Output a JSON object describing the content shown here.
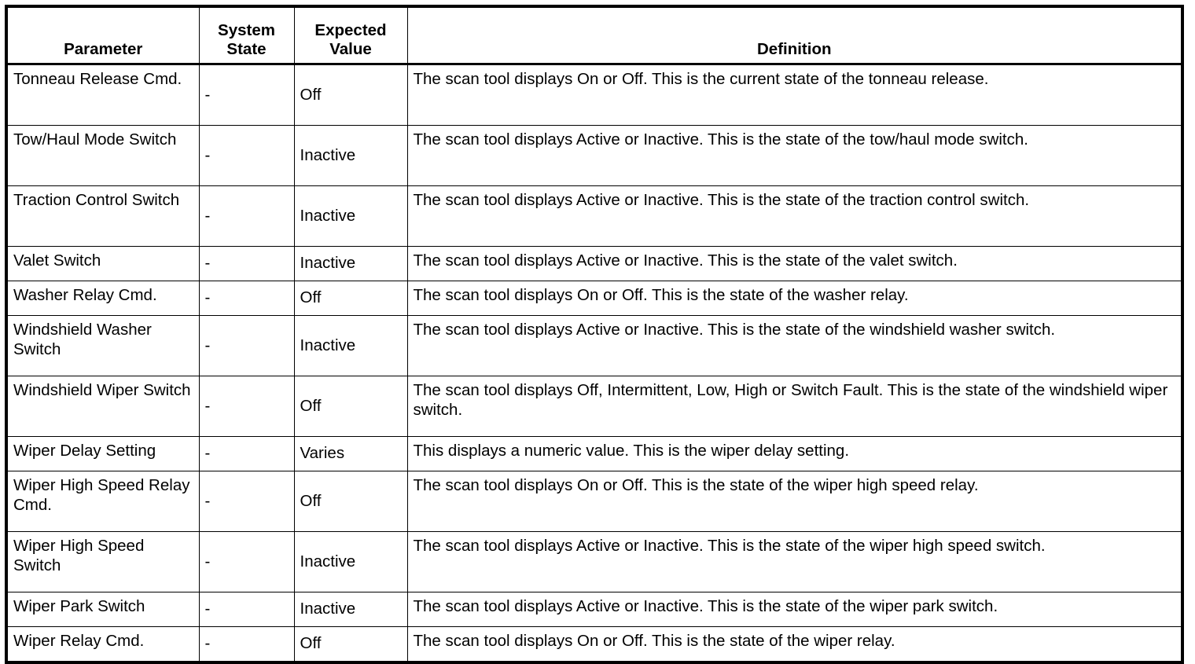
{
  "table": {
    "headers": {
      "parameter": "Parameter",
      "system_state": "System\nState",
      "system_state_line1": "System",
      "system_state_line2": "State",
      "expected_value_line1": "Expected",
      "expected_value_line2": "Value",
      "definition": "Definition"
    },
    "rows": [
      {
        "parameter": "Tonneau Release Cmd.",
        "system_state": "-",
        "expected_value": "Off",
        "definition": "The scan tool displays On or Off. This is the current state of the tonneau release.",
        "height": "tall"
      },
      {
        "parameter": "Tow/Haul Mode Switch",
        "system_state": "-",
        "expected_value": "Inactive",
        "definition": "The scan tool displays Active or Inactive. This is the state of the tow/haul mode switch.",
        "height": "tall"
      },
      {
        "parameter": "Traction Control Switch",
        "system_state": "-",
        "expected_value": "Inactive",
        "definition": "The scan tool displays Active or Inactive. This is the state of the traction control switch.",
        "height": "tall"
      },
      {
        "parameter": "Valet Switch",
        "system_state": "-",
        "expected_value": "Inactive",
        "definition": "The scan tool displays Active or Inactive. This is the state of the valet switch.",
        "height": "short"
      },
      {
        "parameter": "Washer Relay Cmd.",
        "system_state": "-",
        "expected_value": "Off",
        "definition": "The scan tool displays On or Off. This is the state of the washer relay.",
        "height": "short"
      },
      {
        "parameter": "Windshield Washer Switch",
        "system_state": "-",
        "expected_value": "Inactive",
        "definition": "The scan tool displays Active or Inactive. This is the state of the windshield washer switch.",
        "height": "tall"
      },
      {
        "parameter": "Windshield Wiper Switch",
        "system_state": "-",
        "expected_value": "Off",
        "definition": "The scan tool displays Off, Intermittent, Low, High or Switch Fault. This is the state of the windshield wiper switch.",
        "height": "tall"
      },
      {
        "parameter": "Wiper Delay Setting",
        "system_state": "-",
        "expected_value": "Varies",
        "definition": "This displays a numeric value. This is the wiper delay setting.",
        "height": "short"
      },
      {
        "parameter": "Wiper High Speed Relay Cmd.",
        "system_state": "-",
        "expected_value": "Off",
        "definition": "The scan tool displays On or Off. This is the state of the wiper high speed relay.",
        "height": "tall"
      },
      {
        "parameter": "Wiper High Speed Switch",
        "system_state": "-",
        "expected_value": "Inactive",
        "definition": "The scan tool displays Active or Inactive. This is the state of the wiper high speed switch.",
        "height": "tall"
      },
      {
        "parameter": "Wiper Park Switch",
        "system_state": "-",
        "expected_value": "Inactive",
        "definition": "The scan tool displays Active or Inactive. This is the state of the wiper park switch.",
        "height": "short"
      },
      {
        "parameter": "Wiper Relay Cmd.",
        "system_state": "-",
        "expected_value": "Off",
        "definition": "The scan tool displays On or Off. This is the state of the wiper relay.",
        "height": "short"
      }
    ]
  },
  "colors": {
    "border": "#000000",
    "background": "#ffffff",
    "text": "#000000"
  }
}
